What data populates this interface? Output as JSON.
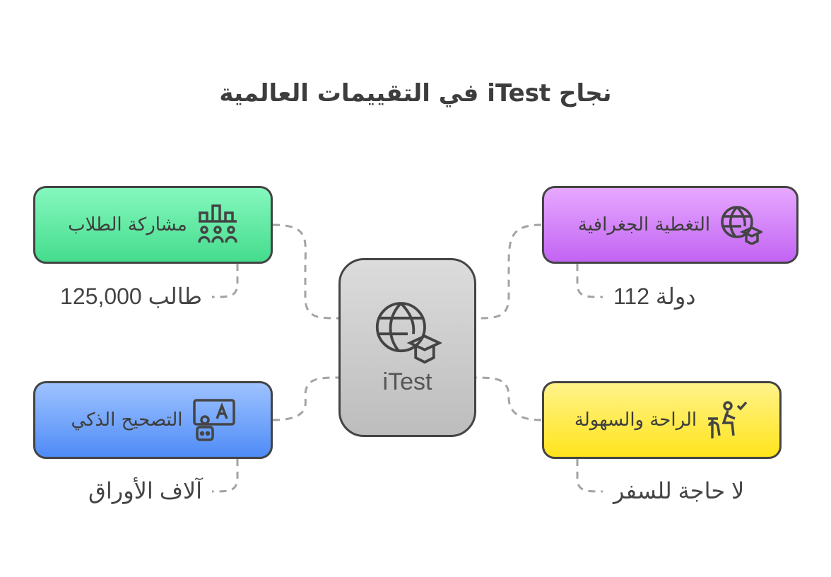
{
  "title": "نجاح iTest في التقييمات العالمية",
  "center": {
    "label": "iTest",
    "icon": "globe-graduation-cap-icon"
  },
  "nodes": [
    {
      "label": "مشاركة الطلاب",
      "detail": "طالب 125,000",
      "icon": "students-chart-icon",
      "color": "#45dc8e"
    },
    {
      "label": "التغطية الجغرافية",
      "detail": "دولة 112",
      "icon": "globe-graduation-cap-icon",
      "color": "#c264f3"
    },
    {
      "label": "التصحيح الذكي",
      "detail": "آلاف الأوراق",
      "icon": "ai-grading-icon",
      "color": "#4f8cf7"
    },
    {
      "label": "الراحة والسهولة",
      "detail": "لا حاجة للسفر",
      "icon": "person-desk-check-icon",
      "color": "#ffe41c"
    }
  ]
}
